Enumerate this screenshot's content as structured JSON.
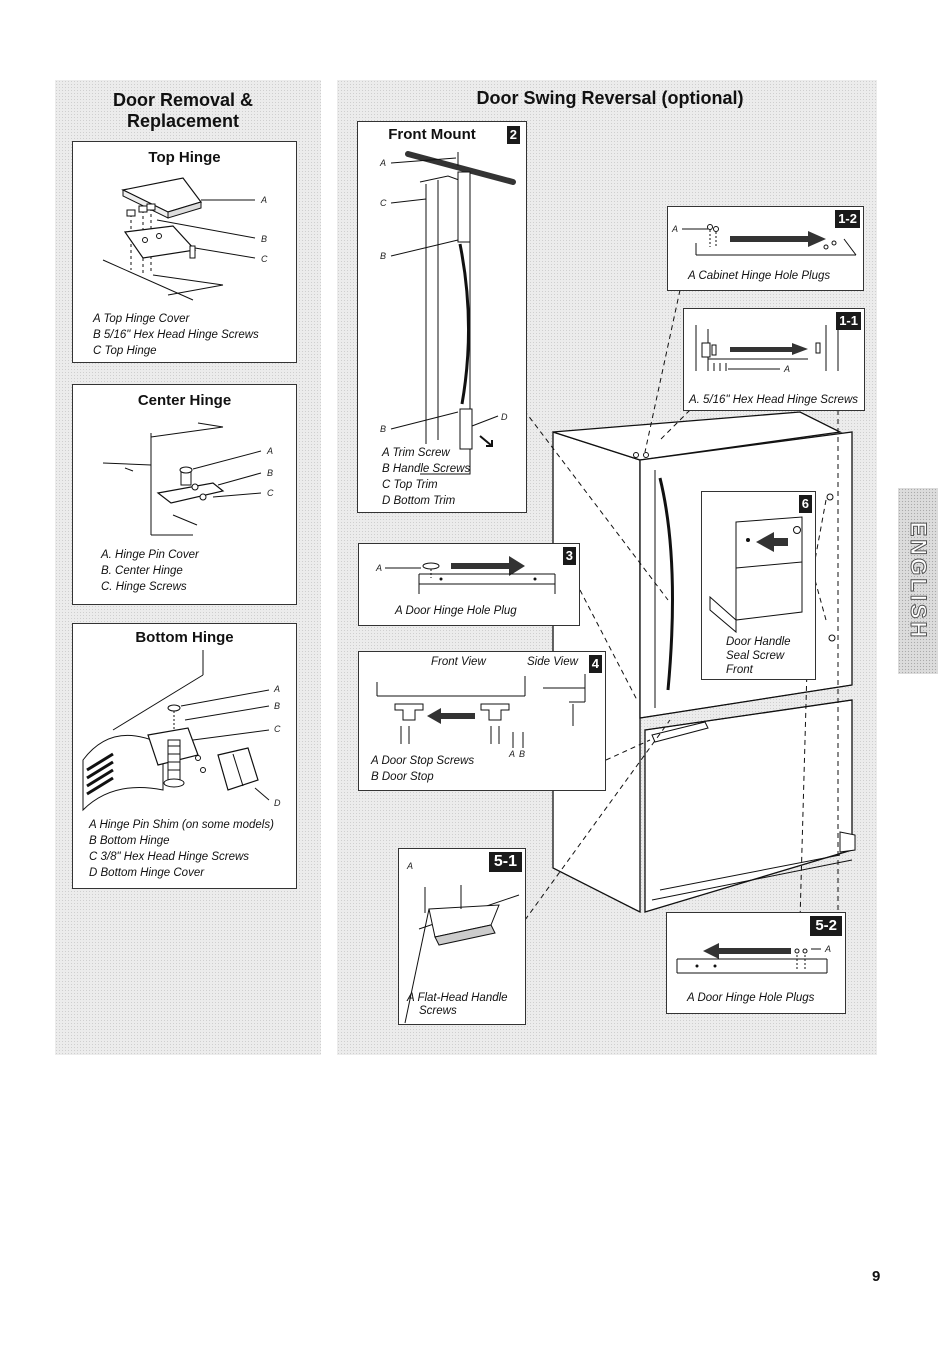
{
  "left_section": {
    "title_line1": "Door Removal &",
    "title_line2": "Replacement",
    "top_hinge": {
      "title": "Top Hinge",
      "callouts": [
        "A",
        "B",
        "C"
      ],
      "legend": [
        "A  Top Hinge Cover",
        "B  5/16\" Hex Head Hinge Screws",
        "C  Top Hinge"
      ]
    },
    "center_hinge": {
      "title": "Center Hinge",
      "callouts": [
        "A",
        "B",
        "C"
      ],
      "legend": [
        "A. Hinge Pin Cover",
        "B. Center Hinge",
        "C. Hinge Screws"
      ]
    },
    "bottom_hinge": {
      "title": "Bottom Hinge",
      "callouts": [
        "A",
        "B",
        "C",
        "D"
      ],
      "legend": [
        "A  Hinge Pin Shim (on some models)",
        "B  Bottom Hinge",
        "C  3/8\" Hex Head Hinge Screws",
        "D  Bottom Hinge Cover"
      ]
    }
  },
  "right_section": {
    "title": "Door Swing Reversal (optional)",
    "front_mount": {
      "title": "Front Mount",
      "badge": "2",
      "callouts": [
        "A",
        "C",
        "B",
        "B",
        "D"
      ],
      "legend": [
        "A  Trim Screw",
        "B  Handle Screws",
        "C  Top Trim",
        "D  Bottom Trim"
      ]
    },
    "step_1_2": {
      "badge": "1-2",
      "callout": "A",
      "caption": "A  Cabinet Hinge Hole Plugs"
    },
    "step_1_1": {
      "badge": "1-1",
      "callout": "A",
      "caption": "A. 5/16\" Hex Head Hinge Screws"
    },
    "step_3": {
      "badge": "3",
      "callout": "A",
      "caption": "A  Door Hinge Hole Plug"
    },
    "step_4": {
      "badge": "4",
      "front_view": "Front View",
      "side_view": "Side View",
      "callouts": [
        "A",
        "B"
      ],
      "legend": [
        "A  Door Stop Screws",
        "B  Door Stop"
      ]
    },
    "step_6": {
      "badge": "6",
      "caption_lines": [
        "Door Handle",
        "Seal Screw",
        "Front"
      ]
    },
    "step_5_1": {
      "badge": "5-1",
      "callout": "A",
      "caption_lines": [
        "A  Flat-Head Handle",
        "Screws"
      ]
    },
    "step_5_2": {
      "badge": "5-2",
      "callout": "A",
      "caption": "A  Door Hinge Hole Plugs"
    }
  },
  "side_tab": "ENGLISH",
  "page_number": "9"
}
